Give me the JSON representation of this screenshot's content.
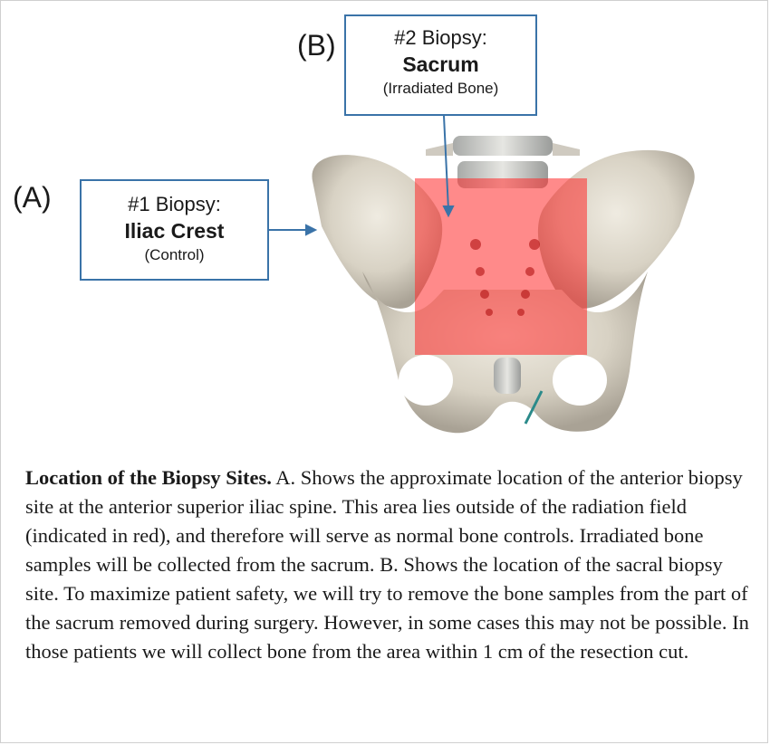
{
  "labels": {
    "tag_a": "(A)",
    "tag_b": "(B)"
  },
  "callout_a": {
    "line1": "#1 Biopsy:",
    "line2": "Iliac Crest",
    "line3": "(Control)"
  },
  "callout_b": {
    "line1": "#2 Biopsy:",
    "line2": "Sacrum",
    "line3": "(Irradiated Bone)"
  },
  "caption": {
    "lead": "Location of the Biopsy Sites.",
    "body": " A. Shows the approximate location of the anterior biopsy site at the anterior superior iliac spine. This area lies outside of the radiation field (indicated in red), and therefore will serve as normal bone controls. Irradiated bone samples will be collected from the sacrum. B. Shows the location of the sacral biopsy site. To maximize patient safety, we will try to remove the bone samples from the part of the sacrum removed during surgery. However, in some cases this may not be possible. In those patients we will collect bone from the area within 1 cm of the resection cut."
  },
  "colors": {
    "callout_border": "#3a73a8",
    "radiation_field": "#ff2a2a",
    "bone": "#d9d4c7",
    "arrow": "#3a73a8"
  }
}
